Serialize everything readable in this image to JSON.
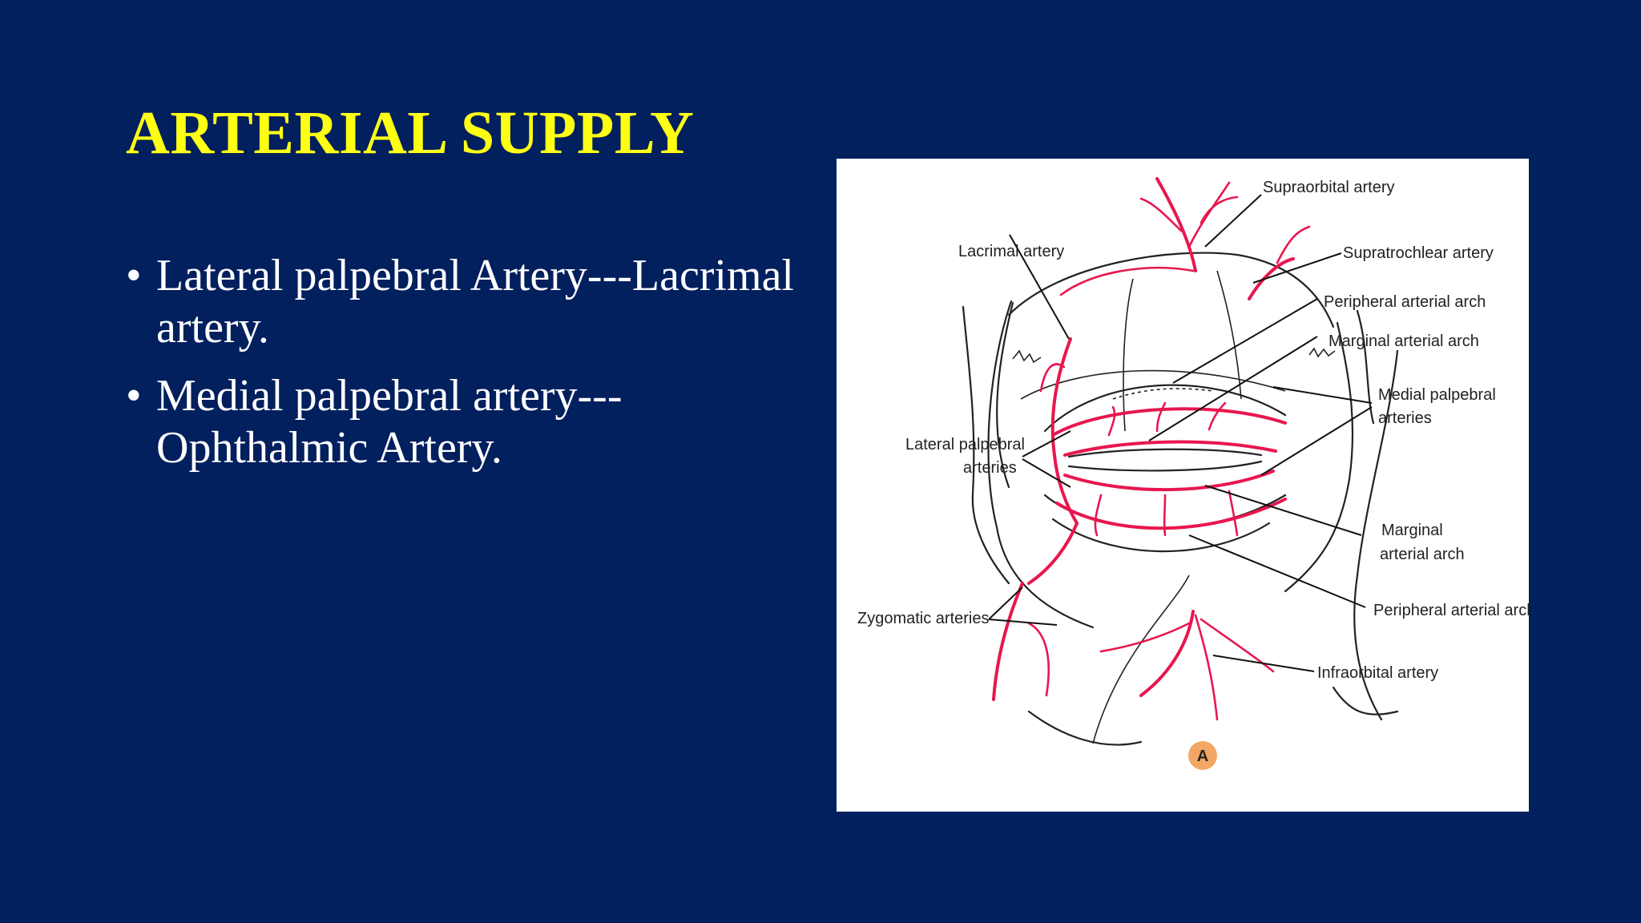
{
  "slide": {
    "title": "ARTERIAL SUPPLY",
    "bullets": [
      "Lateral palpebral Artery---Lacrimal artery.",
      "Medial palpebral artery---Ophthalmic Artery."
    ]
  },
  "diagram": {
    "labels": {
      "supraorbital": "Supraorbital artery",
      "lacrimal": "Lacrimal artery",
      "supratrochlear": "Supratrochlear artery",
      "peripheral_upper": "Peripheral arterial arch",
      "marginal_upper": "Marginal arterial arch",
      "medial_palpebral_1": "Medial palpebral",
      "medial_palpebral_2": "arteries",
      "lateral_palpebral_1": "Lateral palpebral",
      "lateral_palpebral_2": "arteries",
      "marginal_lower_1": "Marginal",
      "marginal_lower_2": "arterial arch",
      "zygomatic": "Zygomatic arteries",
      "peripheral_lower": "Peripheral arterial arch",
      "infraorbital": "Infraorbital artery",
      "panel": "A"
    },
    "colors": {
      "artery": "#e8174e",
      "ink": "#222222",
      "badge": "#f2a765"
    }
  }
}
